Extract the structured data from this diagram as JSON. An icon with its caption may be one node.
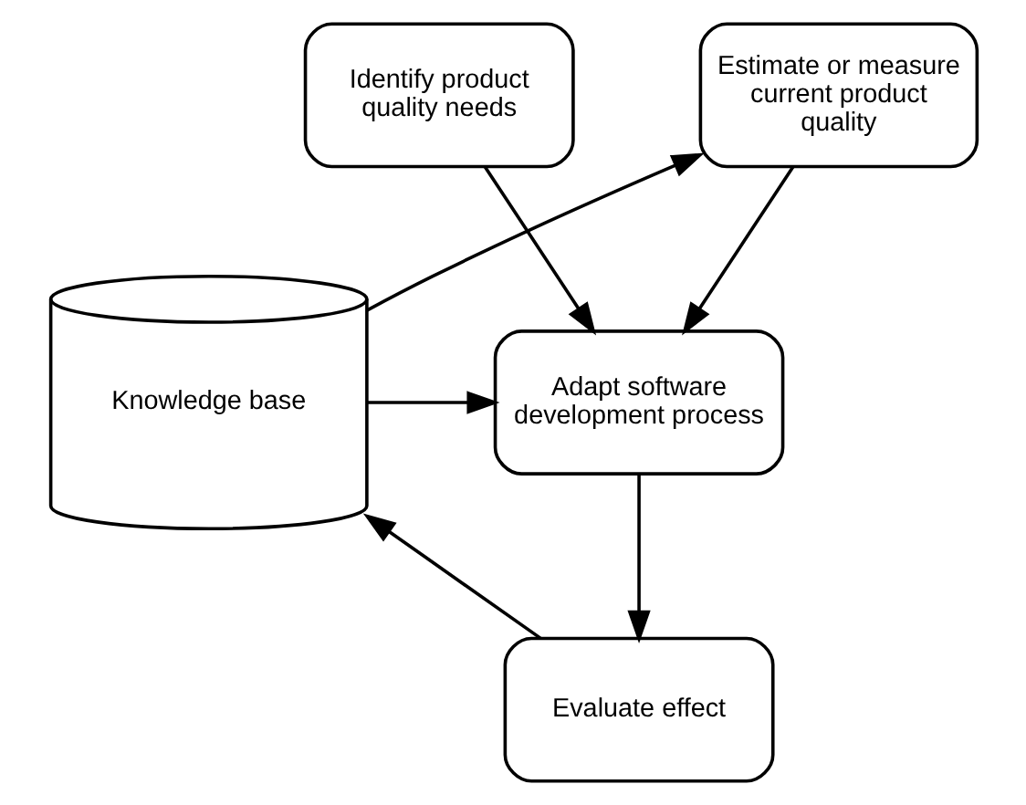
{
  "diagram": {
    "nodes": [
      {
        "text": [
          "Identify product quality needs"
        ]
      },
      {
        "text": [
          "Estimate or measure current product quality"
        ]
      },
      {
        "text": [
          "Adapt software development process"
        ]
      },
      {
        "text": [
          "Knowledge base"
        ]
      },
      {
        "text": [
          "Evaluate effect"
        ]
      }
    ],
    "edges": [
      {
        "from": 0,
        "to": 2,
        "arrow": "to"
      },
      {
        "from": 1,
        "to": 2,
        "arrow": "to"
      },
      {
        "from": 3,
        "to": 2,
        "arrow": "to"
      },
      {
        "from": 2,
        "to": 4,
        "arrow": "to"
      },
      {
        "from": 4,
        "to": 3,
        "arrow": "to"
      },
      {
        "from": 3,
        "to": 1,
        "arrow": "to"
      }
    ]
  }
}
